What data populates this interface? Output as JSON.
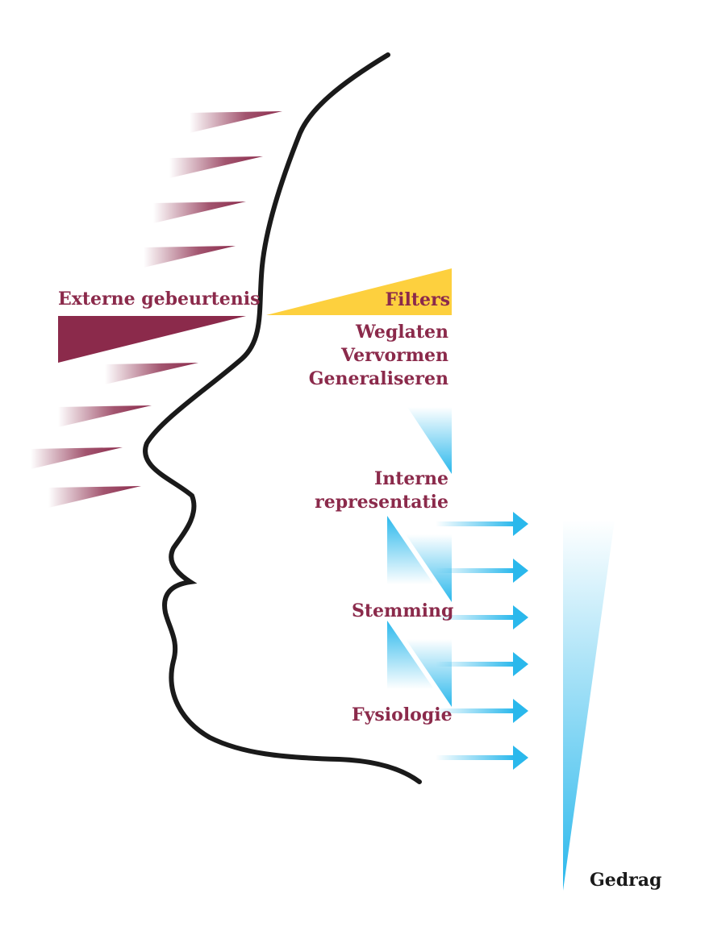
{
  "colors": {
    "maroon": "#8b2a4b",
    "yellow": "#fdd03e",
    "blue": "#2ab8ec",
    "outline": "#1a1a1a"
  },
  "labels": {
    "external_event": "Externe gebeurtenis",
    "filters": "Filters",
    "filter_types": [
      "Weglaten",
      "Vervormen",
      "Generaliseren"
    ],
    "internal_representation": [
      "Interne",
      "representatie"
    ],
    "mood": "Stemming",
    "physiology": "Fysiologie",
    "behavior": "Gedrag"
  }
}
